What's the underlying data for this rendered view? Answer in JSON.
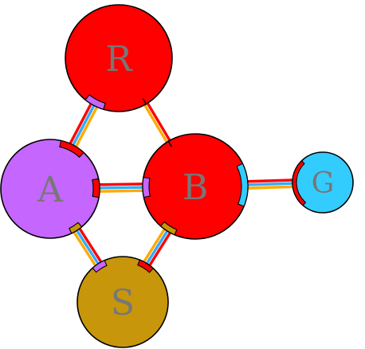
{
  "diagram": {
    "nodes": [
      {
        "id": "R",
        "label": "R",
        "color": "#ff0000"
      },
      {
        "id": "A",
        "label": "A",
        "color": "#c566ff"
      },
      {
        "id": "B",
        "label": "B",
        "color": "#ff0000"
      },
      {
        "id": "S",
        "label": "S",
        "color": "#c7960b"
      },
      {
        "id": "G",
        "label": "G",
        "color": "#33ccff"
      }
    ],
    "edges": [
      {
        "from": "A",
        "to": "R",
        "strands": [
          "#ff0000",
          "#33aaff",
          "#ffaa00"
        ]
      },
      {
        "from": "R",
        "to": "B",
        "strands": [
          "#ff0000",
          "#ffaa00"
        ]
      },
      {
        "from": "A",
        "to": "B",
        "strands": [
          "#ff0000",
          "#33aaff",
          "#ffaa00"
        ]
      },
      {
        "from": "A",
        "to": "S",
        "strands": [
          "#ff0000",
          "#33aaff",
          "#ffaa00"
        ]
      },
      {
        "from": "B",
        "to": "S",
        "strands": [
          "#ff0000",
          "#33aaff",
          "#ffaa00"
        ]
      },
      {
        "from": "B",
        "to": "G",
        "strands": [
          "#ff0000",
          "#33aaff",
          "#ffaa00"
        ]
      }
    ]
  }
}
